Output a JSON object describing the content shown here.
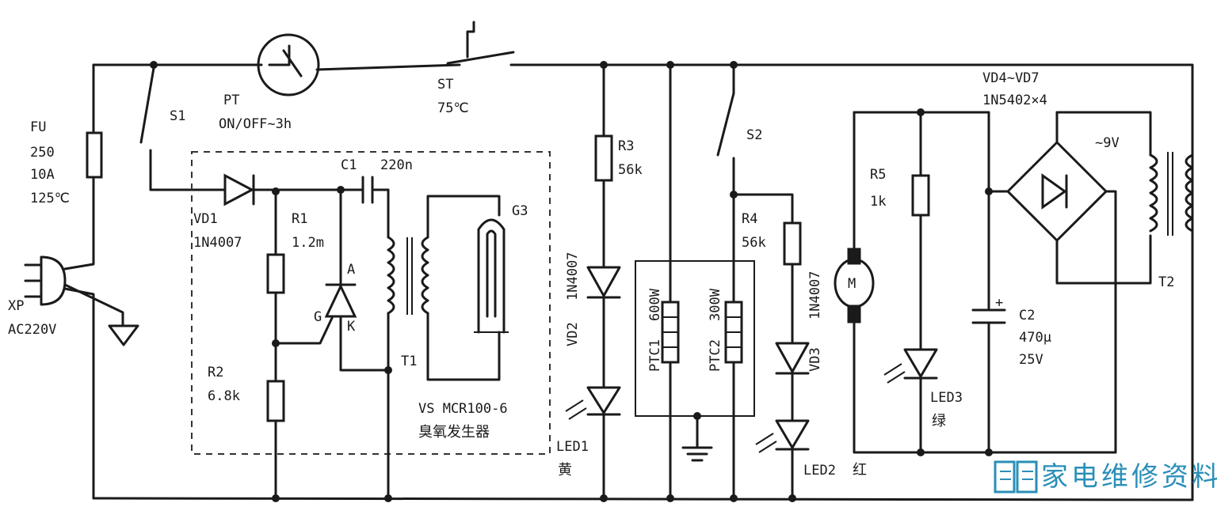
{
  "components": {
    "fuse": {
      "ref": "FU",
      "line1": "250",
      "line2": "10A",
      "line3": "125℃"
    },
    "plug": {
      "ref": "XP",
      "rating": "AC220V"
    },
    "s1": {
      "ref": "S1"
    },
    "timer": {
      "ref": "PT",
      "desc": "ON/OFF~3h"
    },
    "thermostat": {
      "ref": "ST",
      "temp": "75℃"
    },
    "vd1": {
      "ref": "VD1",
      "part": "1N4007"
    },
    "r1": {
      "ref": "R1",
      "value": "1.2m"
    },
    "c1": {
      "ref": "C1",
      "value": "220n"
    },
    "g3": {
      "ref": "G3"
    },
    "scr": {
      "anode": "A",
      "gate": "G",
      "cathode": "K"
    },
    "r2": {
      "ref": "R2",
      "value": "6.8k"
    },
    "t1": {
      "ref": "T1"
    },
    "vs": {
      "ref": "VS MCR100-6",
      "desc": "臭氧发生器"
    },
    "r3": {
      "ref": "R3",
      "value": "56k"
    },
    "vd2": {
      "ref": "VD2",
      "part": "1N4007"
    },
    "led1": {
      "ref": "LED1",
      "color": "黄"
    },
    "ptc1": {
      "ref": "PTC1",
      "power": "600W"
    },
    "ptc2": {
      "ref": "PTC2",
      "power": "300W"
    },
    "s2": {
      "ref": "S2"
    },
    "r4": {
      "ref": "R4",
      "value": "56k"
    },
    "vd3": {
      "ref": "VD3",
      "part": "1N4007"
    },
    "led2": {
      "ref": "LED2",
      "color": "红"
    },
    "motor": {
      "ref": "M"
    },
    "r5": {
      "ref": "R5",
      "value": "1k"
    },
    "led3": {
      "ref": "LED3",
      "color": "绿"
    },
    "c2": {
      "ref": "C2",
      "value": "470μ",
      "voltage": "25V",
      "polarity": "+"
    },
    "bridge": {
      "ref": "VD4~VD7",
      "part": "1N5402×4"
    },
    "t2": {
      "ref": "T2",
      "secondary": "~9V"
    }
  },
  "watermark": {
    "text": "家电维修资料网",
    "color": "#2a8fb8"
  }
}
